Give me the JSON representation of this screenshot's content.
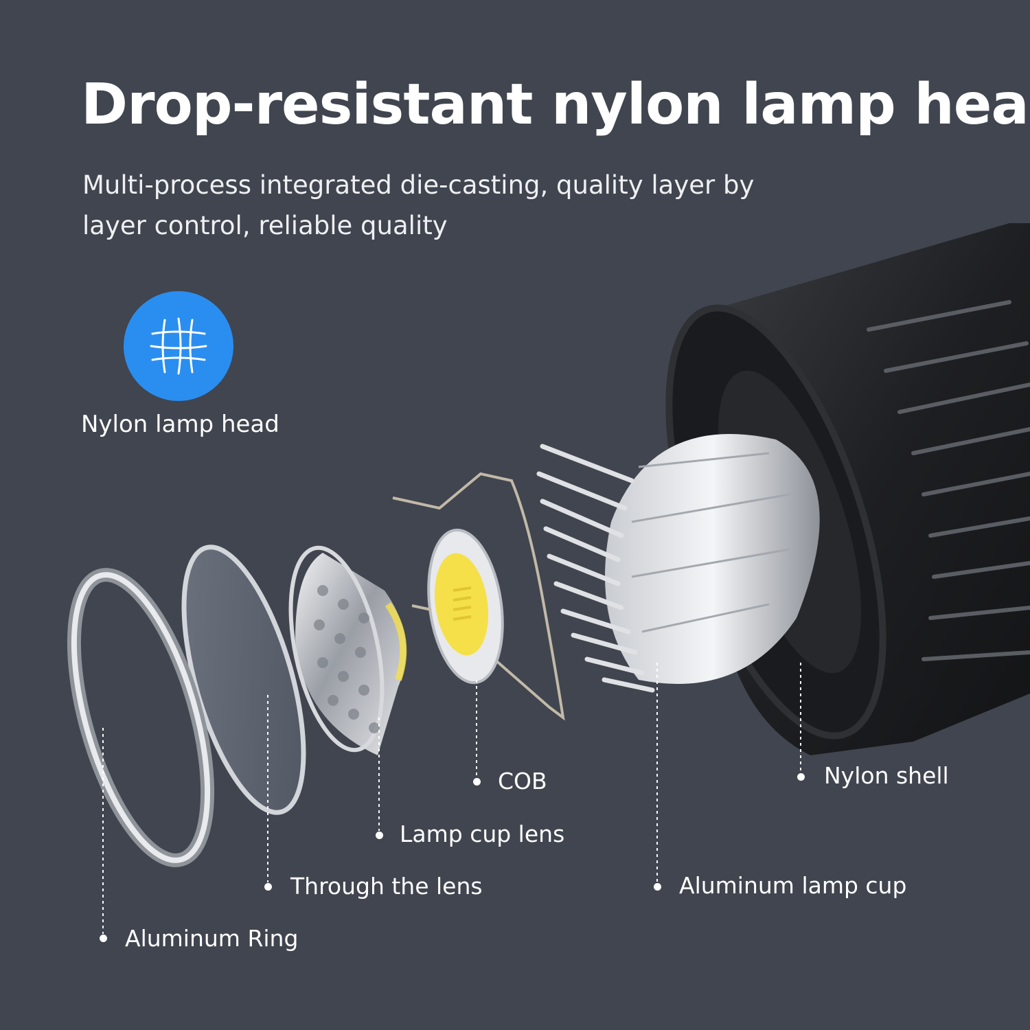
{
  "title": "Drop-resistant nylon lamp head",
  "subtitle": "Multi-process integrated die-casting, quality layer by layer control, reliable quality",
  "badge": {
    "icon": "grid-mesh-icon",
    "label": "Nylon lamp head",
    "color": "#2a8ef0"
  },
  "callouts": {
    "aluminum_ring": "Aluminum Ring",
    "through_lens": "Through the lens",
    "lamp_cup_lens": "Lamp cup lens",
    "cob": "COB",
    "aluminum_lamp_cup": "Aluminum lamp cup",
    "nylon_shell": "Nylon shell"
  },
  "colors": {
    "background": "#40454f",
    "text": "#ffffff",
    "accent": "#2a8ef0",
    "cob_yellow": "#f5e04a"
  }
}
